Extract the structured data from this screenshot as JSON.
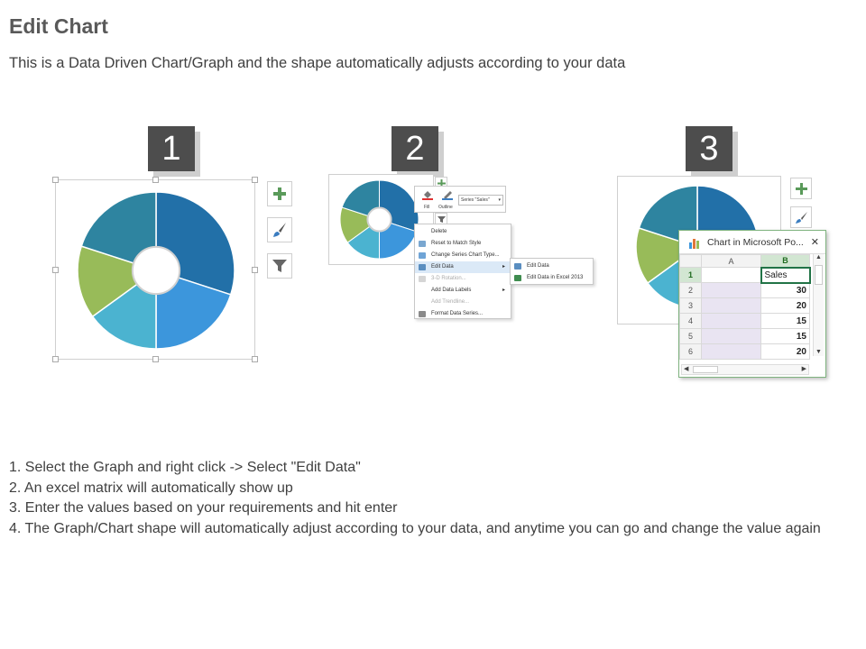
{
  "header": {
    "title": "Edit Chart",
    "subtitle": "This is a Data Driven Chart/Graph and the shape automatically adjusts according to your data"
  },
  "steps": {
    "one": "1",
    "two": "2",
    "three": "3"
  },
  "chart_data": {
    "type": "pie",
    "series": [
      {
        "name": "Sales",
        "values": [
          30,
          20,
          15,
          15,
          20
        ]
      }
    ],
    "colors": [
      "#2270a8",
      "#3c96dc",
      "#4bb3d0",
      "#98bb59",
      "#2e84a0"
    ]
  },
  "context_menu": {
    "fill_label": "Fill",
    "outline_label": "Outline",
    "series_selector": "Series \"Sales\"",
    "items": [
      "Delete",
      "Reset to Match Style",
      "Change Series Chart Type...",
      "Edit Data",
      "3-D Rotation...",
      "Add Data Labels",
      "Add Trendline...",
      "Format Data Series..."
    ],
    "submenu": [
      "Edit Data",
      "Edit Data in Excel 2013"
    ]
  },
  "excel": {
    "window_title": "Chart in Microsoft Po...",
    "close_symbol": "✕",
    "col_a": "A",
    "col_b": "B",
    "rows": [
      {
        "num": "1",
        "b": "Sales"
      },
      {
        "num": "2",
        "b": "30"
      },
      {
        "num": "3",
        "b": "20"
      },
      {
        "num": "4",
        "b": "15"
      },
      {
        "num": "5",
        "b": "15"
      },
      {
        "num": "6",
        "b": "20"
      }
    ]
  },
  "instructions": [
    "1. Select the Graph and right click -> Select \"Edit Data\"",
    "2. An excel matrix will automatically show up",
    "3. Enter the values based on your requirements and hit enter",
    "4. The Graph/Chart shape will automatically adjust according to your data, and anytime you can go and change the value again"
  ],
  "icons": {
    "chart_elements": "plus-icon",
    "chart_styles": "paintbrush-icon",
    "chart_filters": "funnel-icon",
    "excel_logo": "bar-chart-icon"
  }
}
